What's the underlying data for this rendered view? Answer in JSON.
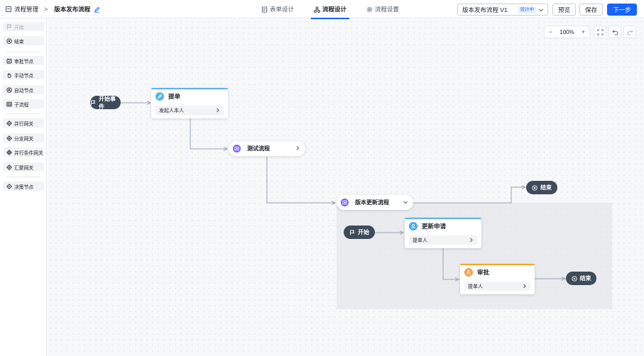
{
  "header": {
    "breadcrumb_parent": "流程管理",
    "breadcrumb_separator": ">",
    "breadcrumb_current": "版本发布流程",
    "tabs": [
      {
        "label": "表单设计",
        "icon": "form-icon"
      },
      {
        "label": "流程设计",
        "icon": "flow-icon",
        "active": true
      },
      {
        "label": "流程设置",
        "icon": "gear-icon"
      }
    ],
    "version_select": {
      "value": "版本发布流程 V1",
      "badge": "设计中"
    },
    "preview_label": "预览",
    "save_label": "保存",
    "next_label": "下一步",
    "accent_color": "#1664ff"
  },
  "sidebar": {
    "items": [
      {
        "label": "开始",
        "icon": "flag-icon",
        "disabled": true
      },
      {
        "label": "结束",
        "icon": "stop-circle-icon"
      },
      {
        "label": "审批节点",
        "icon": "approval-icon"
      },
      {
        "label": "手动节点",
        "icon": "hand-icon"
      },
      {
        "label": "自动节点",
        "icon": "auto-icon"
      },
      {
        "label": "子流程",
        "icon": "subflow-icon"
      },
      {
        "label": "并行网关",
        "icon": "gateway-icon"
      },
      {
        "label": "分支网关",
        "icon": "gateway-icon"
      },
      {
        "label": "并行条件网关",
        "icon": "gateway-icon"
      },
      {
        "label": "汇聚网关",
        "icon": "gateway-icon"
      },
      {
        "label": "决策节点",
        "icon": "gateway-icon"
      }
    ]
  },
  "canvas": {
    "zoom": "100%",
    "zoom_out": "−",
    "zoom_in": "+",
    "nodes": {
      "start_event": {
        "label": "开始事件"
      },
      "submit": {
        "title": "提单",
        "assignee": "发起人本人"
      },
      "test_flow": {
        "label": "测试流程"
      },
      "release_update_flow": {
        "label": "版本更新流程"
      },
      "end_main": {
        "label": "结束"
      },
      "sub_start": {
        "label": "开始"
      },
      "update_request": {
        "title": "更新申请",
        "assignee": "提单人"
      },
      "approve": {
        "title": "审批",
        "assignee": "提单人"
      },
      "sub_end": {
        "label": "结束"
      }
    }
  }
}
